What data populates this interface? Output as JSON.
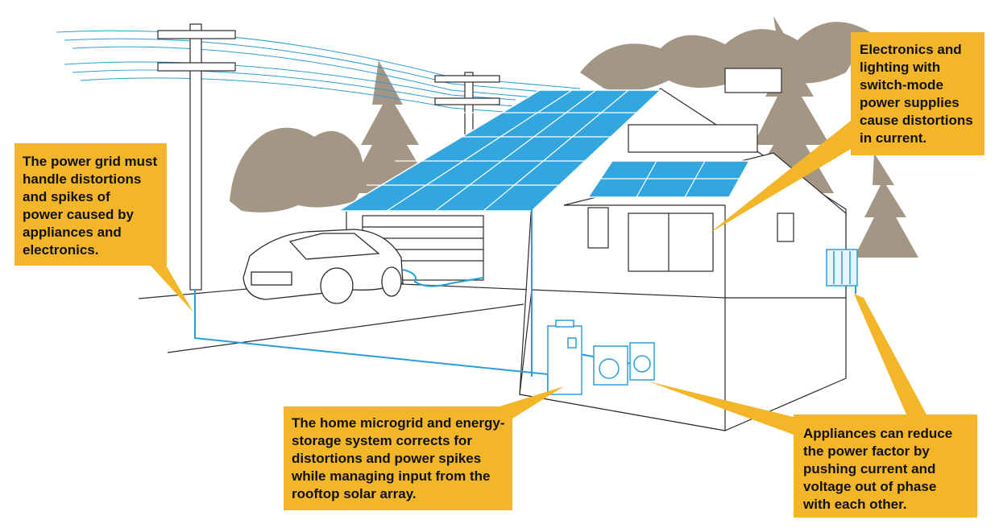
{
  "colors": {
    "callout_fill": "#f2b628",
    "wiring_blue": "#2a9fd6",
    "solar_panel_blue": "#33a6df",
    "tree_taupe": "#a49684",
    "line_art": "#2b2b2b"
  },
  "callouts": {
    "grid": "The power grid must\nhandle distortions\nand spikes of\npower caused by\nappliances and\nelectronics.",
    "electronics": "Electronics and\nlighting with\nswitch-mode\npower supplies\ncause distortions\nin current.",
    "microgrid": "The home microgrid and energy-\nstorage system corrects for\ndistortions and power spikes\nwhile managing input from the\nrooftop solar array.",
    "appliances": "Appliances can reduce\nthe power factor by\npushing current and\nvoltage out of phase\nwith each other."
  },
  "illustration": {
    "elements": [
      "power-poles",
      "power-lines",
      "trees",
      "house",
      "garage",
      "electric-car",
      "rooftop-solar-array",
      "energy-storage-unit",
      "washer-dryer",
      "outdoor-hvac-unit"
    ]
  }
}
